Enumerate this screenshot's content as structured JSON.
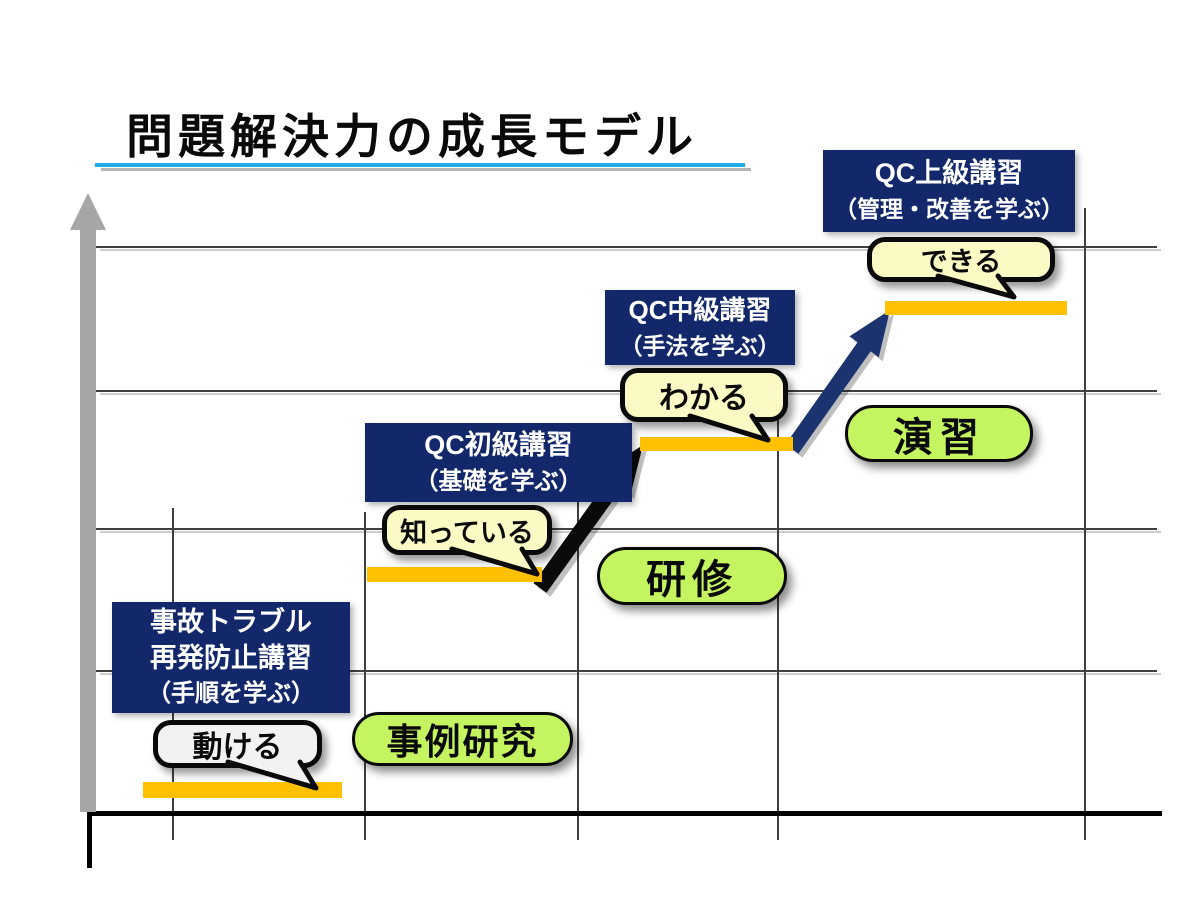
{
  "title": "問題解決力の成長モデル",
  "courses": [
    {
      "lines": [
        "事故トラブル",
        "再発防止講習",
        "（手順を学ぶ）"
      ],
      "bubble": "動ける"
    },
    {
      "lines": [
        "QC初級講習",
        "（基礎を学ぶ）"
      ],
      "bubble": "知っている"
    },
    {
      "lines": [
        "QC中級講習",
        "（手法を学ぶ）"
      ],
      "bubble": "わかる"
    },
    {
      "lines": [
        "QC上級講習",
        "（管理・改善を学ぶ）"
      ],
      "bubble": "できる"
    }
  ],
  "activities": [
    {
      "label": "事例研究"
    },
    {
      "label": "研修"
    },
    {
      "label": "演習"
    }
  ],
  "colors": {
    "course_box_navy": "#12286B",
    "skill_bar_orange": "#FFC000",
    "bubble_yellow": "#FBF9C4",
    "bubble_gray": "#F2F2F2",
    "activity_green": "#C4F45F",
    "title_underline_cyan": "#1FADEA",
    "axis_arrow_gray": "#A6A6A6",
    "growth_arrow_navy": "#1B3470",
    "growth_arrow_black": "#0A0A0A",
    "gridline_gray": "#3F3F3F"
  }
}
